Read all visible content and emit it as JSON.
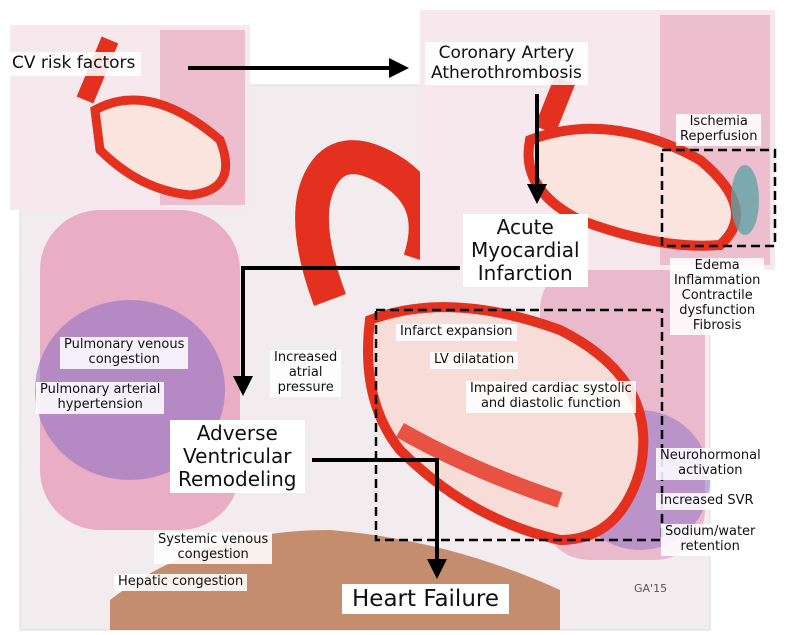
{
  "colors": {
    "artery_red": "#e4301e",
    "lung_pink": "#e59ab5",
    "lung_purple": "#8a6cc4",
    "liver_brown": "#b8764e",
    "ischemia_teal": "#5fa3a6",
    "arrow": "#000000"
  },
  "nodes": {
    "cv_risk": "CV risk factors",
    "cad": [
      "Coronary Artery",
      "Atherothrombosis"
    ],
    "ischemia": [
      "Ischemia",
      "Reperfusion"
    ],
    "ami": [
      "Acute",
      "Myocardial",
      "Infarction"
    ],
    "ami_effects": [
      "Edema",
      "Inflammation",
      "Contractile",
      "dysfunction",
      "Fibrosis"
    ],
    "pulm_venous": [
      "Pulmonary venous",
      "congestion"
    ],
    "pulm_arterial": [
      "Pulmonary arterial",
      "hypertension"
    ],
    "atrial_pressure": [
      "Increased",
      "atrial",
      "pressure"
    ],
    "infarct_expansion": "Infarct expansion",
    "lv_dilatation": "LV dilatation",
    "impaired_function": [
      "Impaired cardiac systolic",
      "and diastolic function"
    ],
    "remodeling": [
      "Adverse",
      "Ventricular",
      "Remodeling"
    ],
    "neurohormonal": [
      "Neurohormonal",
      "activation"
    ],
    "svr": "Increased SVR",
    "sodium": [
      "Sodium/water",
      "retention"
    ],
    "systemic_venous": [
      "Systemic venous",
      "congestion"
    ],
    "hepatic": "Hepatic congestion",
    "heart_failure": "Heart Failure",
    "signature": "GA'15"
  }
}
